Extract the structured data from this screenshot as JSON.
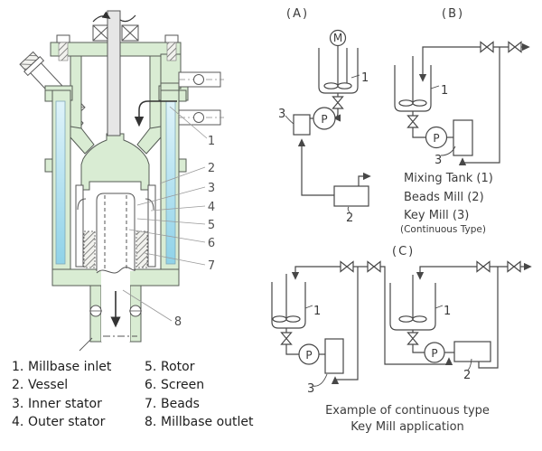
{
  "machine": {
    "callouts": [
      "1",
      "2",
      "3",
      "4",
      "5",
      "6",
      "7",
      "8"
    ],
    "legend_col1": [
      {
        "num": "1.",
        "label": "Millbase inlet"
      },
      {
        "num": "2.",
        "label": "Vessel"
      },
      {
        "num": "3.",
        "label": "Inner stator"
      },
      {
        "num": "4.",
        "label": "Outer stator"
      }
    ],
    "legend_col2": [
      {
        "num": "5.",
        "label": "Rotor"
      },
      {
        "num": "6.",
        "label": "Screen"
      },
      {
        "num": "7.",
        "label": "Beads"
      },
      {
        "num": "8.",
        "label": "Millbase outlet"
      }
    ]
  },
  "flow": {
    "a": {
      "title": "(A)",
      "motor": "M",
      "pump": "P",
      "tank": "1",
      "beads_mill": "2",
      "key_mill": "3"
    },
    "b": {
      "title": "(B)",
      "pump": "P",
      "tank": "1",
      "key_mill": "3"
    },
    "b_legend": [
      "Mixing Tank (1)",
      "Beads Mill (2)",
      "Key Mill (3)",
      "(Continuous Type)"
    ],
    "c": {
      "title": "(C)",
      "left": {
        "pump": "P",
        "tank": "1",
        "key_mill": "3"
      },
      "right": {
        "pump": "P",
        "tank": "1",
        "beads_mill": "2"
      }
    },
    "caption_line1": "Example of continuous type",
    "caption_line2": "Key Mill application"
  },
  "colors": {
    "body_green": "#d9ecd3",
    "jacket_blue_top": "#d9f1f8",
    "jacket_blue_bottom": "#8fd2e8",
    "outline": "#565d56",
    "flow_line": "#474747"
  }
}
